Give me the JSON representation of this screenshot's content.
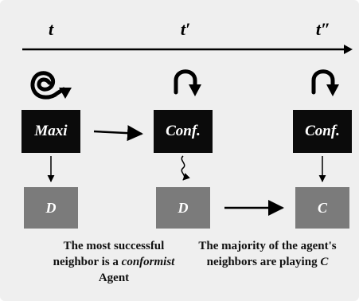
{
  "timeline": {
    "labels": [
      "t",
      "t′",
      "t″"
    ]
  },
  "nodes": {
    "maxi": "Maxi",
    "conf1": "Conf.",
    "conf2": "Conf.",
    "d1": "D",
    "d2": "D",
    "c": "C"
  },
  "captions": {
    "left": {
      "pre": "The most successful neighbor is a ",
      "emph": "conformist",
      "post": " Agent"
    },
    "right": {
      "pre": "The majority of the agent's neighbors are playing ",
      "emph": "C",
      "post": ""
    }
  },
  "icons": [
    "spiral-arrow-icon",
    "u-turn-arrow-icon",
    "u-turn-arrow-icon"
  ]
}
